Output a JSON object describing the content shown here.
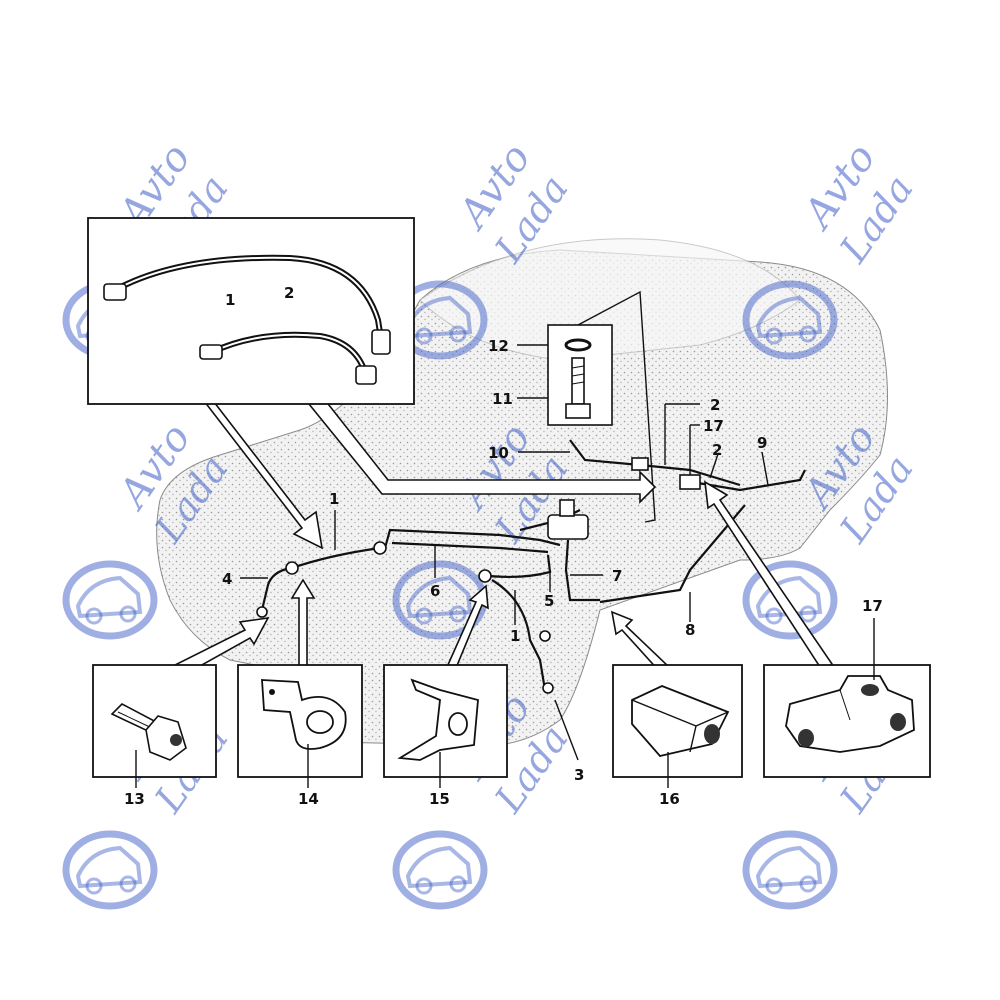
{
  "watermark": {
    "line1": "Avto",
    "line2": "Lada",
    "color": "#3f5fc8"
  },
  "callouts": {
    "n1": "1",
    "n2": "2",
    "n3": "3",
    "n4": "4",
    "n5": "5",
    "n6": "6",
    "n7": "7",
    "n8": "8",
    "n9": "9",
    "n10": "10",
    "n11": "11",
    "n12": "12",
    "n13": "13",
    "n14": "14",
    "n15": "15",
    "n16": "16",
    "n17": "17"
  },
  "colors": {
    "body_fill": "#ededed",
    "stipple": "#9a9a9a",
    "line": "#111111"
  }
}
